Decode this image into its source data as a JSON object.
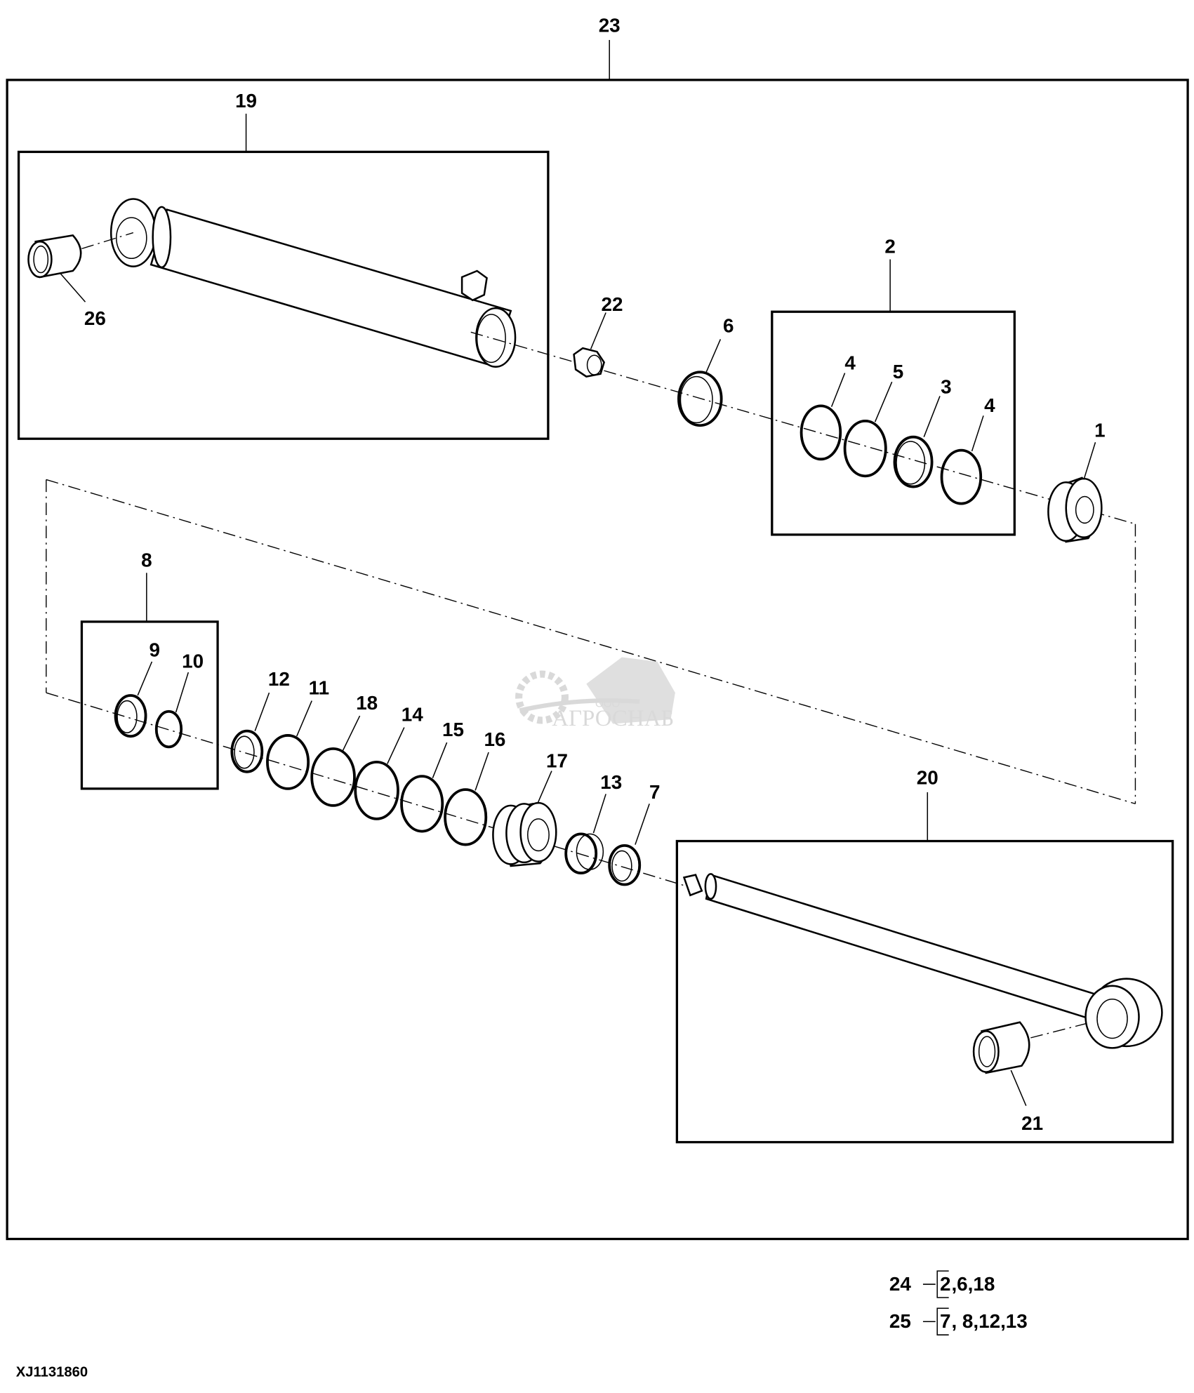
{
  "figure_id": "XJ1131860",
  "assembly": {
    "label": "23"
  },
  "groups": [
    {
      "id": "group-19",
      "label": "19"
    },
    {
      "id": "group-2",
      "label": "2"
    },
    {
      "id": "group-8",
      "label": "8"
    },
    {
      "id": "group-20",
      "label": "20"
    }
  ],
  "callouts": {
    "c26": "26",
    "c22": "22",
    "c6": "6",
    "c4a": "4",
    "c5": "5",
    "c3": "3",
    "c4b": "4",
    "c1": "1",
    "c9": "9",
    "c10": "10",
    "c12": "12",
    "c11": "11",
    "c18": "18",
    "c14": "14",
    "c15": "15",
    "c16": "16",
    "c17": "17",
    "c13": "13",
    "c7": "7",
    "c21": "21"
  },
  "kits": [
    {
      "label": "24",
      "boxed": "2",
      "rest": ",6,18"
    },
    {
      "label": "25",
      "boxed": "7",
      "rest": ", 8,12,13"
    }
  ],
  "watermark": {
    "small": "ООО",
    "text": "АГРОСНАБ"
  }
}
